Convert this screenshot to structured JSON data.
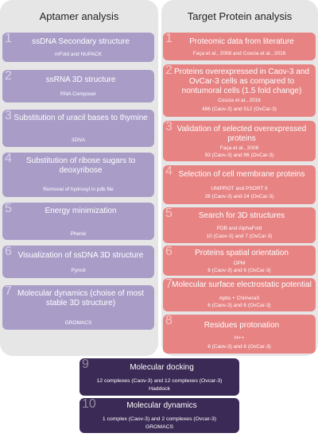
{
  "aptamer": {
    "header": "Aptamer analysis",
    "steps": [
      {
        "num": "1",
        "title": "ssDNA Secondary structure",
        "sub": "mFold and NUPACK"
      },
      {
        "num": "2",
        "title": "ssRNA 3D structure",
        "sub": "RNA Composer"
      },
      {
        "num": "3",
        "title": "Substitution of uracil bases to thymine",
        "sub": "3DNA"
      },
      {
        "num": "4",
        "title": "Substitution of ribose sugars to deoxyribose",
        "sub": "Removal of hydroxyl in pdb file"
      },
      {
        "num": "5",
        "title": "Energy minimization",
        "sub": "Phenix"
      },
      {
        "num": "6",
        "title": "Visualization of ssDNA 3D structure",
        "sub": "Pymol"
      },
      {
        "num": "7",
        "title": "Molecular dynamics (choise of most stable 3D structure)",
        "sub": "GROMACS"
      }
    ]
  },
  "target": {
    "header": "Target Protein analysis",
    "steps": [
      {
        "num": "1",
        "title": "Proteomic data from literature",
        "sub": "Faça et al., 2008 and Coscia et al., 2016"
      },
      {
        "num": "2",
        "title": "Proteins overexpressed in Caov-3 and OvCar-3 cells as compared to nontumoral cells (1.5 fold change)",
        "sub": "Coscia et al., 2016",
        "sub2": "486 (Caov-3) and 512 (OvCar-3)"
      },
      {
        "num": "3",
        "title": "Validation of selected overexpressed proteins",
        "sub": "Faça et al., 2008",
        "sub2": "93 (Caov-3) and 96 (OvCar-3)"
      },
      {
        "num": "4",
        "title": "Selection of cell membrane proteins",
        "sub": "UNIPROT and PSORT II",
        "sub2": "26 (Caov-3) and 24 (OvCar-3)"
      },
      {
        "num": "5",
        "title": "Search for 3D structures",
        "sub": "PDB and AlphaFold",
        "sub2": "10 (Caov-3) and 7 (OvCar-3)"
      },
      {
        "num": "6",
        "title": "Proteins spatial orientation",
        "sub": "OPM",
        "sub2": "6 (Caov-3) and 6 (OvCar-3)"
      },
      {
        "num": "7",
        "title": "Molecular surface electrostatic potential",
        "sub": "Apbs + ChimeraX",
        "sub2": "6 (Caov-3) and 6 (OvCar-3)"
      },
      {
        "num": "8",
        "title": "Residues protonation",
        "sub": "H++",
        "sub2": "6 (Caov-3) and 6 (OvCar-3)"
      }
    ]
  },
  "combined": [
    {
      "num": "9",
      "title": "Molecular docking",
      "sub": "12 complexes (Caov-3) and 12 complexes (Ovcar-3)",
      "sub2": "Haddock"
    },
    {
      "num": "10",
      "title": "Molecular dynamics",
      "sub": "1 complex (Caov-3) and 2 complexes (Ovcar-3)",
      "sub2": "GROMACS"
    }
  ],
  "colors": {
    "aptamer": "#a99dc8",
    "target": "#e78383",
    "combined": "#3b2a55",
    "column": "#e6e6e6"
  }
}
